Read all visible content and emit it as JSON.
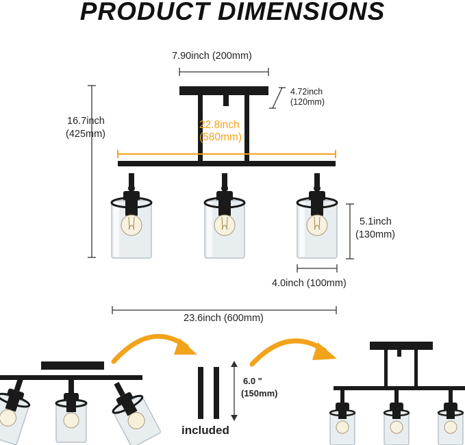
{
  "title": "PRODUCT DIMENSIONS",
  "dimensions": {
    "canopy_width": "7.90inch (200mm)",
    "canopy_depth_in": "4.72inch",
    "canopy_depth_mm": "(120mm)",
    "bar_length_in": "22.8inch",
    "bar_length_mm": "(580mm)",
    "total_height_in": "16.7inch",
    "total_height_mm": "(425mm)",
    "shade_height_in": "5.1inch",
    "shade_height_mm": "(130mm)",
    "shade_diameter": "4.0inch (100mm)",
    "total_length": "23.6inch (600mm)",
    "rod_length_in": "6.0 \"",
    "rod_length_mm": "(150mm)",
    "rods_caption": "included"
  },
  "colors": {
    "fixture": "#1a1a1a",
    "glass": "#c9d2d8",
    "accent_arrow": "#f2a31c",
    "dimension_line": "#333333"
  }
}
